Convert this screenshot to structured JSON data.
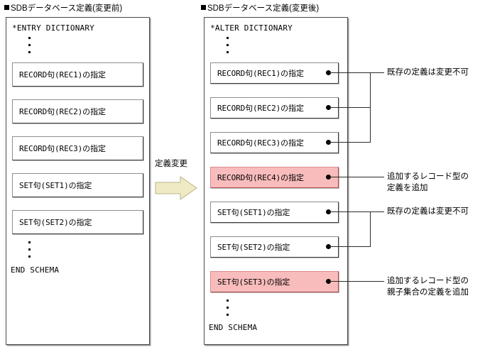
{
  "left_panel": {
    "caption": "SDBデータベース定義(変更前)",
    "header": "*ENTRY DICTIONARY",
    "footer": "END SCHEMA",
    "statements": [
      {
        "label": "RECORD句(REC1)の指定",
        "highlight": false
      },
      {
        "label": "RECORD句(REC2)の指定",
        "highlight": false
      },
      {
        "label": "RECORD句(REC3)の指定",
        "highlight": false
      },
      {
        "label": "SET句(SET1)の指定",
        "highlight": false
      },
      {
        "label": "SET句(SET2)の指定",
        "highlight": false
      }
    ]
  },
  "transition": {
    "label": "定義変更",
    "arrow_fill": "#efeac4",
    "arrow_stroke": "#b9b48c"
  },
  "right_panel": {
    "caption": "SDBデータベース定義(変更後)",
    "header": "*ALTER DICTIONARY",
    "footer": "END SCHEMA",
    "statements": [
      {
        "label": "RECORD句(REC1)の指定",
        "highlight": false
      },
      {
        "label": "RECORD句(REC2)の指定",
        "highlight": false
      },
      {
        "label": "RECORD句(REC3)の指定",
        "highlight": false
      },
      {
        "label": "RECORD句(REC4)の指定",
        "highlight": true
      },
      {
        "label": "SET句(SET1)の指定",
        "highlight": false
      },
      {
        "label": "SET句(SET2)の指定",
        "highlight": false
      },
      {
        "label": "SET句(SET3)の指定",
        "highlight": true
      }
    ]
  },
  "annotations": [
    {
      "line1": "既存の定義は変更不可",
      "line2": ""
    },
    {
      "line1": "追加するレコード型の",
      "line2": "定義を追加"
    },
    {
      "line1": "既存の定義は変更不可",
      "line2": ""
    },
    {
      "line1": "追加するレコード型の",
      "line2": "親子集合の定義を追加"
    }
  ],
  "colors": {
    "highlight_fill": "#f9bcbc",
    "highlight_border": "#c96a6a",
    "panel_border": "#4a4a4a",
    "line": "#2b2b2b"
  }
}
